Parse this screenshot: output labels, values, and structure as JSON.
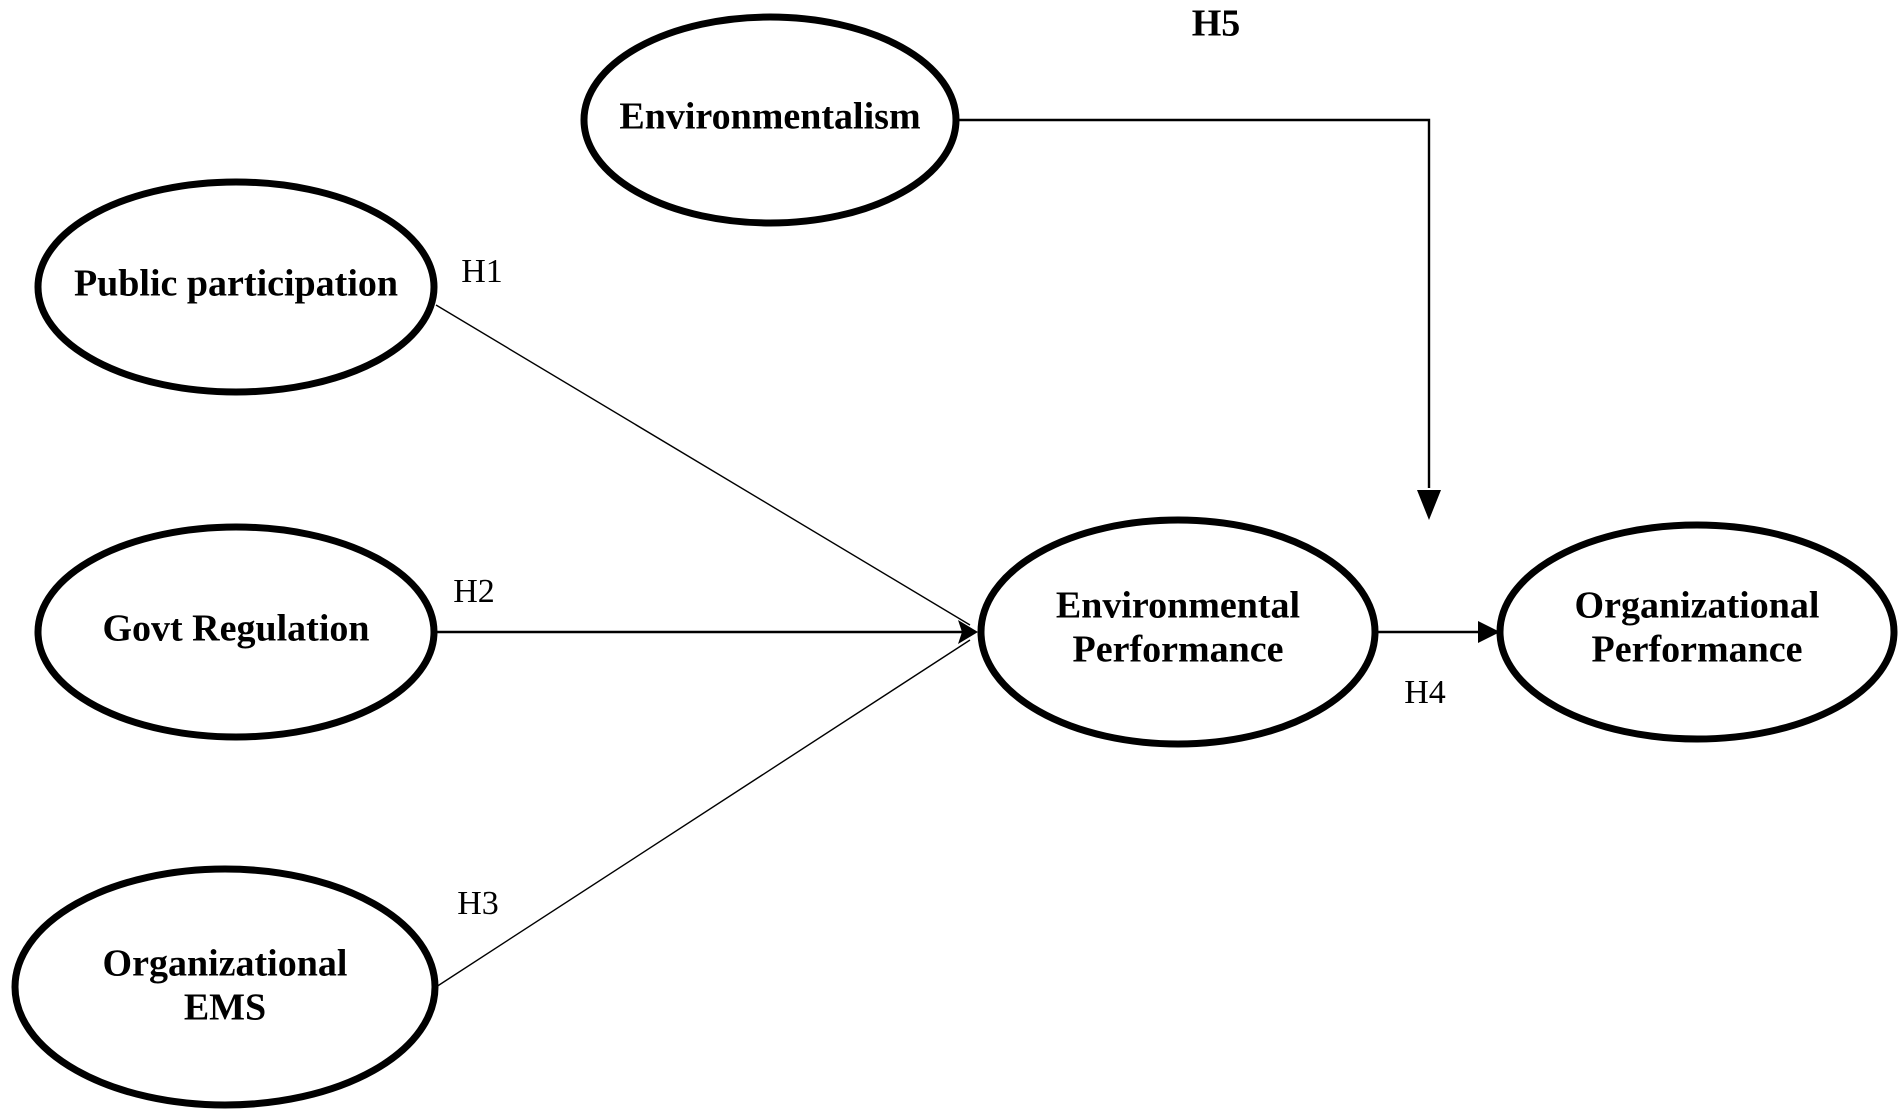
{
  "nodes": {
    "environmentalism": {
      "lines": [
        "Environmentalism"
      ]
    },
    "public_participation": {
      "lines": [
        "Public participation"
      ]
    },
    "govt_regulation": {
      "lines": [
        "Govt Regulation"
      ]
    },
    "organizational_ems": {
      "lines": [
        "Organizational",
        "EMS"
      ]
    },
    "environmental_performance": {
      "lines": [
        "Environmental",
        "Performance"
      ]
    },
    "organizational_performance": {
      "lines": [
        "Organizational",
        "Performance"
      ]
    }
  },
  "hypotheses": {
    "h1": "H1",
    "h2": "H2",
    "h3": "H3",
    "h4": "H4",
    "h5": "H5"
  },
  "relationships": [
    {
      "from": "Public participation",
      "to": "Environmental Performance",
      "hypothesis": "H1"
    },
    {
      "from": "Govt Regulation",
      "to": "Environmental Performance",
      "hypothesis": "H2"
    },
    {
      "from": "Organizational EMS",
      "to": "Environmental Performance",
      "hypothesis": "H3"
    },
    {
      "from": "Environmental Performance",
      "to": "Organizational Performance",
      "hypothesis": "H4"
    },
    {
      "from": "Environmentalism",
      "to": "Environmental Performance → Organizational Performance",
      "hypothesis": "H5"
    }
  ],
  "colors": {
    "stroke": "#000000",
    "background": "#ffffff",
    "text": "#000000"
  }
}
